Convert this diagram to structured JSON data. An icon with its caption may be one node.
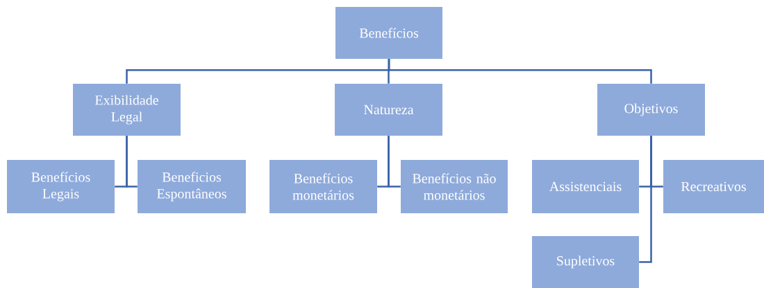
{
  "diagram": {
    "nodes": [
      {
        "text": [
          "Benefícios"
        ]
      },
      {
        "text": [
          "Exibilidade Legal"
        ]
      },
      {
        "text": [
          "Natureza"
        ]
      },
      {
        "text": [
          "Objetivos"
        ]
      },
      {
        "text": [
          "Benefícios Legais"
        ]
      },
      {
        "text": [
          "Beneficios Espontâneos"
        ]
      },
      {
        "text": [
          "Benefícios monetários"
        ]
      },
      {
        "text": [
          "Benefícios não monetários"
        ]
      },
      {
        "text": [
          "Assistenciais"
        ]
      },
      {
        "text": [
          "Recreativos"
        ]
      },
      {
        "text": [
          "Supletivos"
        ]
      }
    ],
    "edges": [
      {
        "from": 0,
        "to": 1,
        "arrow": "none"
      },
      {
        "from": 0,
        "to": 2,
        "arrow": "none"
      },
      {
        "from": 0,
        "to": 3,
        "arrow": "none"
      },
      {
        "from": 1,
        "to": 4,
        "arrow": "none"
      },
      {
        "from": 1,
        "to": 5,
        "arrow": "none"
      },
      {
        "from": 2,
        "to": 6,
        "arrow": "none"
      },
      {
        "from": 2,
        "to": 7,
        "arrow": "none"
      },
      {
        "from": 3,
        "to": 8,
        "arrow": "none"
      },
      {
        "from": 3,
        "to": 9,
        "arrow": "none"
      },
      {
        "from": 3,
        "to": 10,
        "arrow": "none"
      }
    ]
  }
}
